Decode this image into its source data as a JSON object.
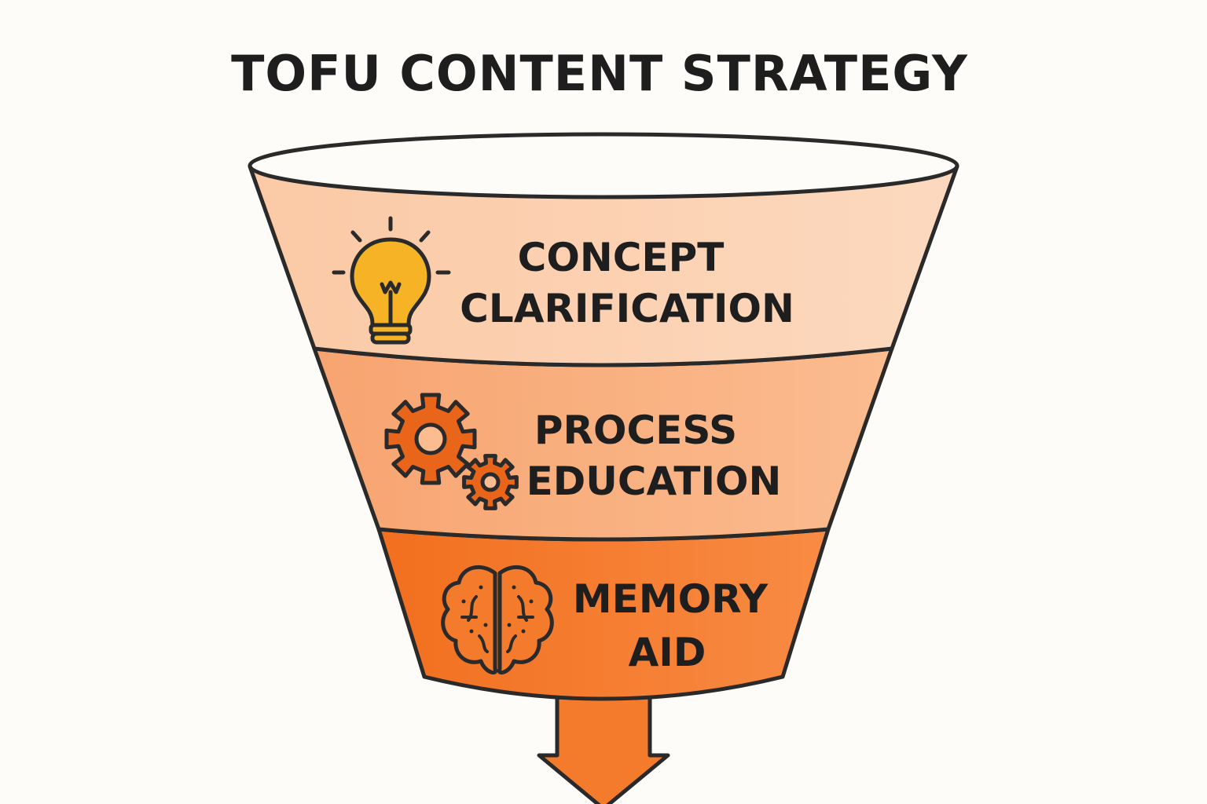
{
  "title": "TOFU CONTENT STRATEGY",
  "stages": [
    {
      "line1": "CONCEPT",
      "line2": "CLARIFICATION",
      "icon": "lightbulb-icon",
      "color": "#fcd3b5"
    },
    {
      "line1": "PROCESS",
      "line2": "EDUCATION",
      "icon": "gears-icon",
      "color": "#f9ae7c"
    },
    {
      "line1": "MEMORY",
      "line2": "AID",
      "icon": "brain-icon",
      "color": "#f47b2b"
    }
  ],
  "colors": {
    "outline": "#2a2a2a",
    "icon_orange": "#e8651a",
    "bulb_yellow": "#f5b325",
    "arrow": "#f47b2b"
  }
}
